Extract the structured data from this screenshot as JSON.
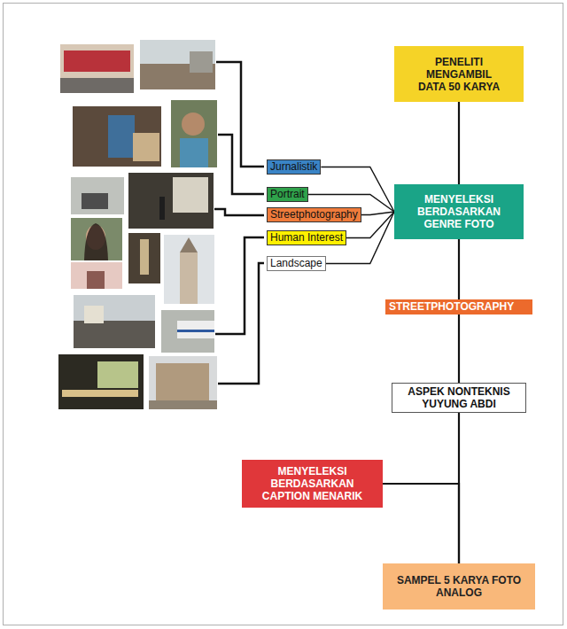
{
  "diagram": {
    "nodes": [
      {
        "text": [
          "PENELITI MENGAMBIL DATA 50 KARYA"
        ]
      },
      {
        "text": [
          "Jurnalistik"
        ]
      },
      {
        "text": [
          "Portrait"
        ]
      },
      {
        "text": [
          "Streetphotography"
        ]
      },
      {
        "text": [
          "Human Interest"
        ]
      },
      {
        "text": [
          "Landscape"
        ]
      },
      {
        "text": [
          "MENYELEKSI BERDASARKAN GENRE FOTO"
        ]
      },
      {
        "text": [
          "STREETPHOTOGRAPHY"
        ]
      },
      {
        "text": [
          "ASPEK NONTEKNIS YUYUNG ABDI"
        ]
      },
      {
        "text": [
          "MENYELEKSI BERDASARKAN CAPTION MENARIK"
        ]
      },
      {
        "text": [
          "SAMPEL 5 KARYA FOTO ANALOG"
        ]
      }
    ],
    "edges": [
      {
        "from": 0,
        "to": 6,
        "arrow": "none"
      },
      {
        "from": 1,
        "to": 6,
        "arrow": "none"
      },
      {
        "from": 2,
        "to": 6,
        "arrow": "none"
      },
      {
        "from": 3,
        "to": 6,
        "arrow": "none"
      },
      {
        "from": 4,
        "to": 6,
        "arrow": "none"
      },
      {
        "from": 5,
        "to": 6,
        "arrow": "none"
      },
      {
        "from": 6,
        "to": 7,
        "arrow": "none"
      },
      {
        "from": 7,
        "to": 8,
        "arrow": "none"
      },
      {
        "from": 8,
        "to": 10,
        "arrow": "none"
      },
      {
        "from": 9,
        "to": 10,
        "arrow": "none"
      }
    ]
  }
}
